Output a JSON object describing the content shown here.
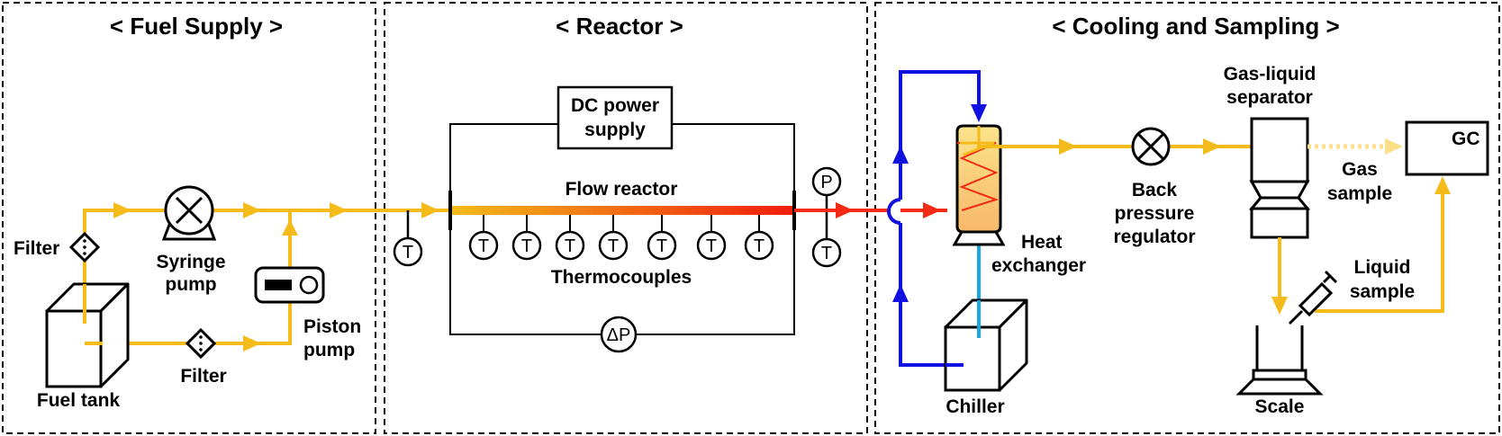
{
  "sections": [
    {
      "title": "< Fuel Supply >"
    },
    {
      "title": "< Reactor >"
    },
    {
      "title": "< Cooling and Sampling >"
    }
  ],
  "components": {
    "filter_top": "Filter",
    "filter_bottom": "Filter",
    "syringe_pump": [
      "Syringe",
      "pump"
    ],
    "piston_pump": [
      "Piston",
      "pump"
    ],
    "fuel_tank": "Fuel tank",
    "dc_power": [
      "DC power",
      "supply"
    ],
    "flow_reactor": "Flow reactor",
    "thermocouples": "Thermocouples",
    "delta_p": "ΔP",
    "pressure": "P",
    "thermo_symbol": "T",
    "heat_exchanger": [
      "Heat",
      "exchanger"
    ],
    "chiller": "Chiller",
    "back_pressure": [
      "Back",
      "pressure",
      "regulator"
    ],
    "gas_liquid_separator": [
      "Gas-liquid",
      "separator"
    ],
    "gc": "GC",
    "gas_sample": [
      "Gas",
      "sample"
    ],
    "liquid_sample": [
      "Liquid",
      "sample"
    ],
    "scale": "Scale"
  },
  "colors": {
    "fuel_line": "#f5bb1a",
    "hot_line": "#f42a14",
    "coolant_supply": "#1010e0",
    "coolant_return": "#19a5e6",
    "reactor_gradient_start": "#f5bb1a",
    "reactor_gradient_end": "#f01c0c"
  }
}
